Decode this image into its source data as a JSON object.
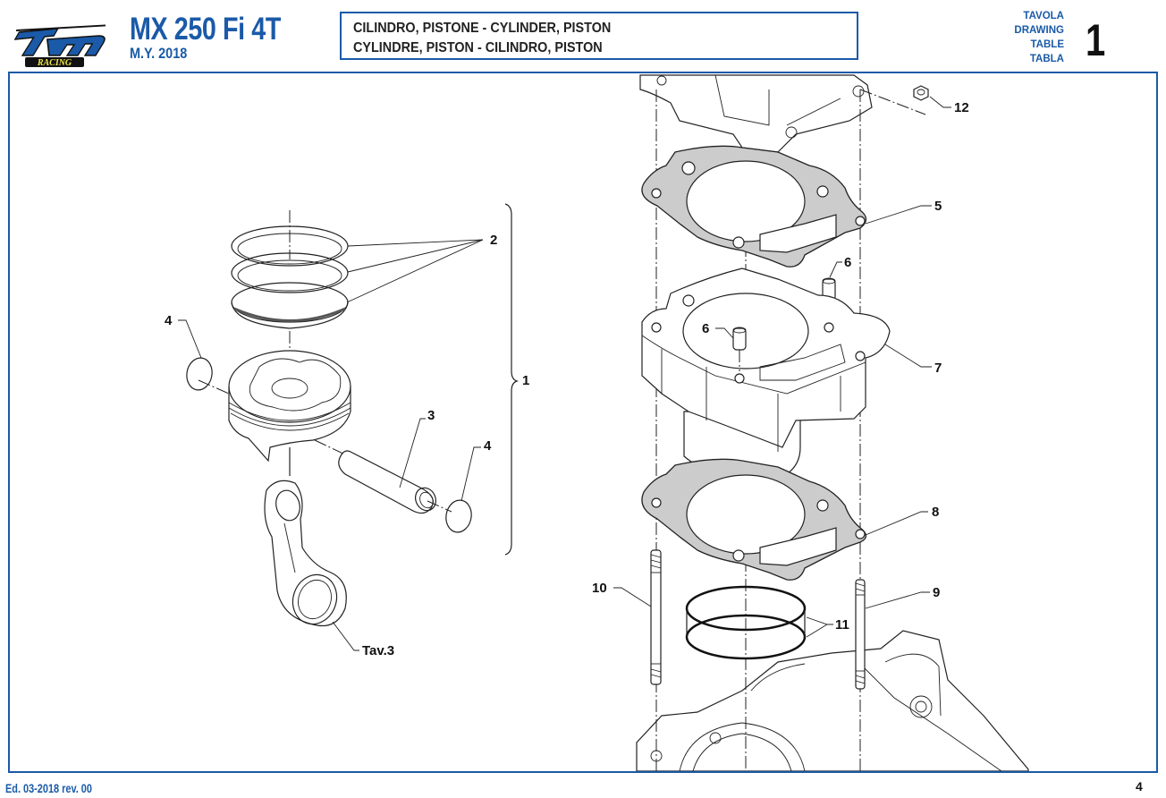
{
  "header": {
    "brand_logo": "tm RACING",
    "model": "MX 250 Fi 4T",
    "model_year": "M.Y. 2018",
    "title_line1": "CILINDRO, PISTONE - CYLINDER, PISTON",
    "title_line2": "CYLINDRE, PISTON - CILINDRO, PISTON",
    "table_labels": [
      "TAVOLA",
      "DRAWING",
      "TABLE",
      "TABLA"
    ],
    "table_number": "1"
  },
  "diagram": {
    "callouts": [
      {
        "id": "2",
        "text": "2",
        "part": "piston-rings"
      },
      {
        "id": "1",
        "text": "1",
        "part": "piston-assembly"
      },
      {
        "id": "4a",
        "text": "4",
        "part": "circlip-left"
      },
      {
        "id": "3",
        "text": "3",
        "part": "piston-pin"
      },
      {
        "id": "4b",
        "text": "4",
        "part": "circlip-right"
      },
      {
        "id": "tav3",
        "text": "Tav.3",
        "part": "connecting-rod"
      },
      {
        "id": "12",
        "text": "12",
        "part": "flange-nut"
      },
      {
        "id": "5",
        "text": "5",
        "part": "head-gasket"
      },
      {
        "id": "6a",
        "text": "6",
        "part": "dowel-rear"
      },
      {
        "id": "6b",
        "text": "6",
        "part": "dowel-front"
      },
      {
        "id": "7",
        "text": "7",
        "part": "cylinder"
      },
      {
        "id": "8",
        "text": "8",
        "part": "base-gasket"
      },
      {
        "id": "10",
        "text": "10",
        "part": "stud-left"
      },
      {
        "id": "9",
        "text": "9",
        "part": "stud-right"
      },
      {
        "id": "11",
        "text": "11",
        "part": "o-rings"
      }
    ]
  },
  "colors": {
    "brand_blue": "#1a5aa8",
    "logo_yellow": "#f2e64a",
    "gasket_gray": "#cccccc"
  },
  "footer": {
    "edition": "Ed. 03-2018  rev. 00",
    "page_number": "4"
  }
}
